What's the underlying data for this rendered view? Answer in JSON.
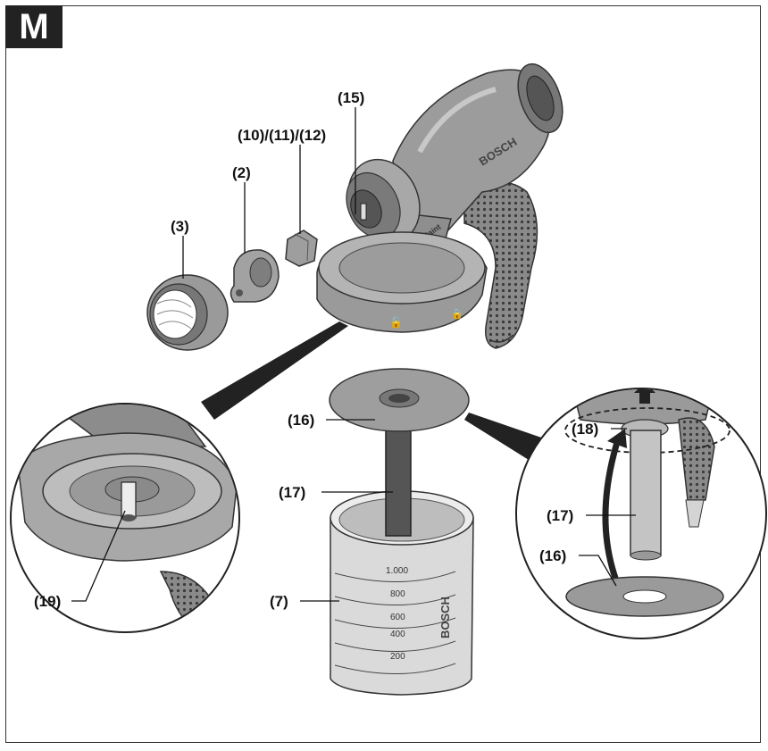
{
  "figure": {
    "badge": "M",
    "callouts": {
      "p15": "(15)",
      "p10_11_12": "(10)/(11)/(12)",
      "p2": "(2)",
      "p3": "(3)",
      "p16": "(16)",
      "p17": "(17)",
      "p7": "(7)",
      "p19": "(19)",
      "p18": "(18)",
      "p17_detail": "(17)",
      "p16_detail": "(16)"
    },
    "container_scale": [
      "1.000",
      "800",
      "600",
      "400",
      "200"
    ],
    "brand_gun": "BOSCH",
    "brand_container": "BOSCH",
    "allpaint": "ALLPaint"
  }
}
